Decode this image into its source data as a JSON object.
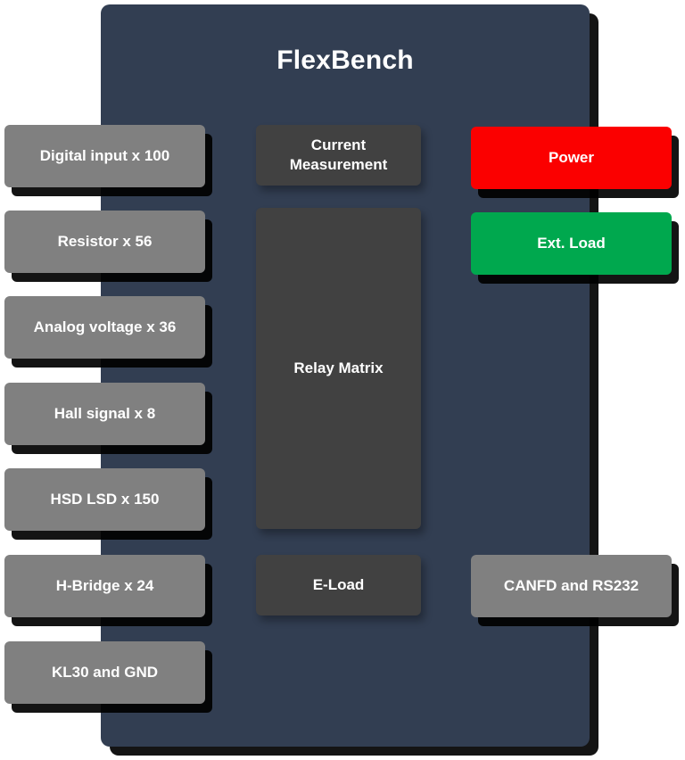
{
  "diagram": {
    "title": "FlexBench",
    "chassis_color": "#323E52",
    "palette": {
      "connector_grey": "#808080",
      "module_grey": "#414141",
      "power_red": "#FB0000",
      "load_green": "#00A84E",
      "text": "#FFFFFF"
    }
  },
  "left_connectors": [
    {
      "label": "Digital input x 100"
    },
    {
      "label": "Resistor x 56"
    },
    {
      "label": "Analog voltage x 36"
    },
    {
      "label": "Hall signal x 8"
    },
    {
      "label": "HSD LSD x 150"
    },
    {
      "label": "H-Bridge x 24"
    },
    {
      "label": "KL30 and GND"
    }
  ],
  "center_modules": [
    {
      "label": "Current Measurement"
    },
    {
      "label": "Relay Matrix"
    },
    {
      "label": "E-Load"
    }
  ],
  "right_connectors": [
    {
      "label": "Power",
      "color": "#FB0000"
    },
    {
      "label": "Ext. Load",
      "color": "#00A84E"
    },
    {
      "label": "CANFD and RS232",
      "color": "#808080"
    }
  ]
}
